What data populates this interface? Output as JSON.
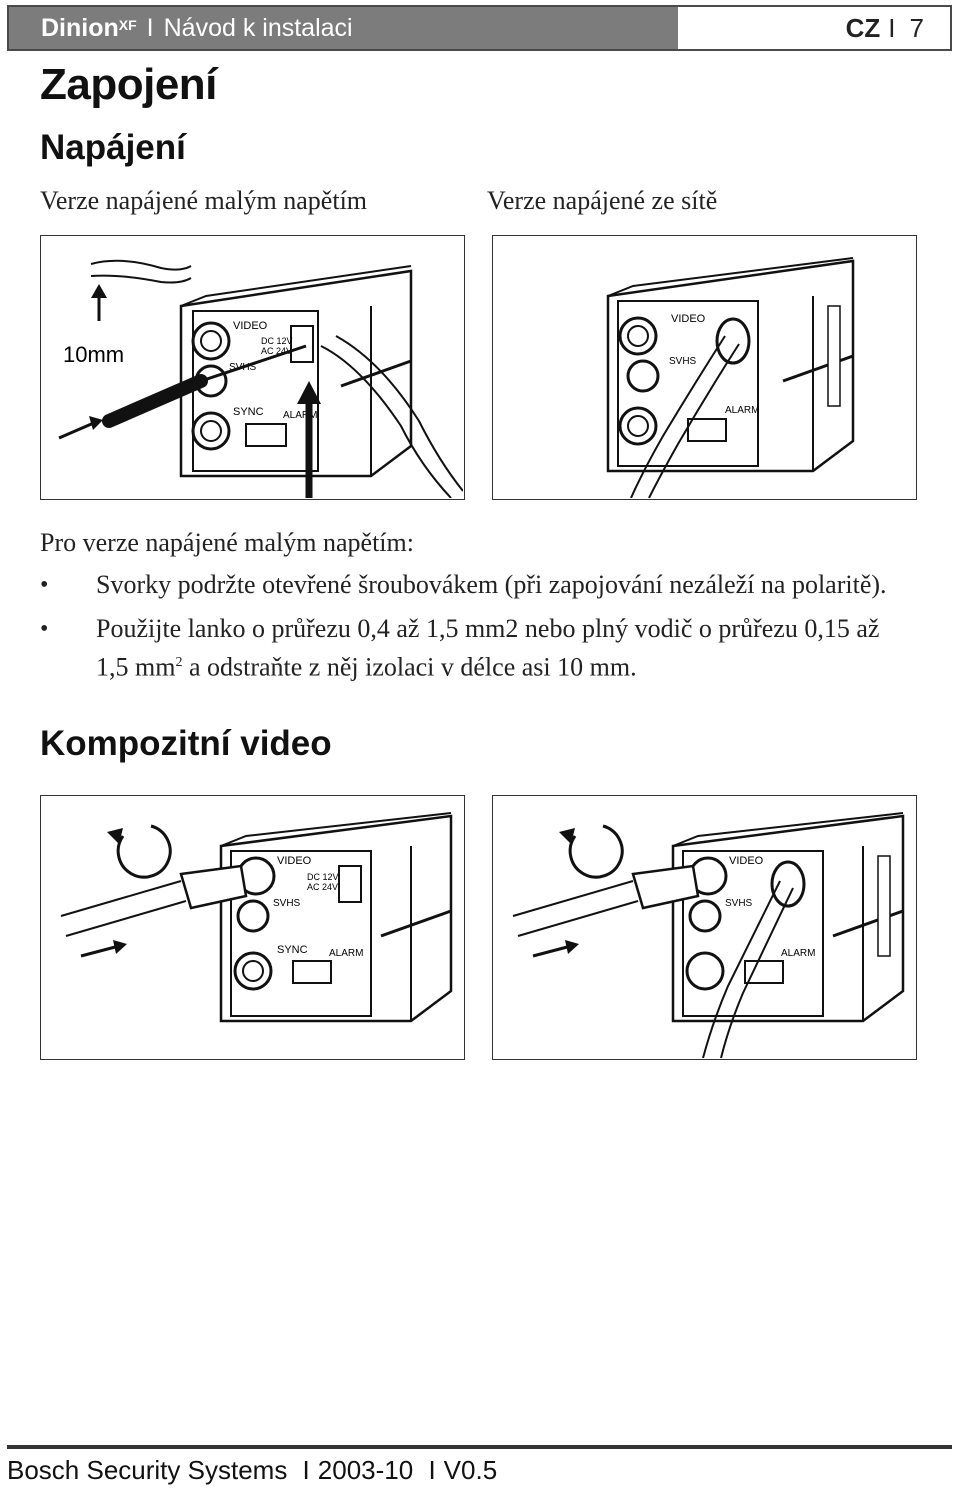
{
  "header": {
    "product": "Dinion",
    "product_sup": "XF",
    "separator": "I",
    "doc_title": "Návod k instalaci",
    "lang": "CZ",
    "page_number": "7"
  },
  "title": "Zapojení",
  "section_power": {
    "heading": "Napájení",
    "caption_low_voltage": "Verze napájené malým napětím",
    "caption_mains": "Verze napájené ze sítě",
    "fig_label_10mm": "10mm",
    "panel_labels": {
      "video": "VIDEO",
      "svhs": "SVHS",
      "sync": "SYNC",
      "alarm": "ALARM",
      "dc": "DC 12V",
      "ac": "AC 24V"
    },
    "intro": "Pro verze napájené malým napětím:",
    "bullet_1": "Svorky podržte otevřené šroubovákem (při zapojování nezáleží na polaritě).",
    "bullet_2_a": "Použijte lanko o průřezu 0,4 až 1,5 mm2 nebo plný vodič o průřezu 0,15 až 1,5 mm",
    "bullet_2_sup": "2",
    "bullet_2_b": " a odstraňte z něj izolaci v délce asi 10 mm."
  },
  "section_video": {
    "heading": "Kompozitní video"
  },
  "footer": {
    "company": "Bosch Security Systems",
    "separator": "I",
    "date": "2003-10",
    "version": "V0.5"
  }
}
